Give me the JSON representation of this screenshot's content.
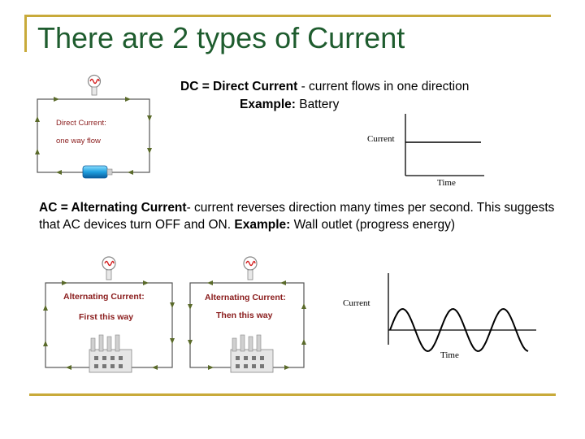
{
  "slide": {
    "title": "There are 2 types of Current",
    "title_color": "#1e5c2e",
    "accent_color": "#c8aa3a"
  },
  "dc": {
    "heading": "DC = Direct Current",
    "description": " - current flows in one direction",
    "example_label": "Example:",
    "example_value": " Battery"
  },
  "dc_circuit": {
    "label_line1": "Direct Current:",
    "label_line2": "one way flow",
    "label_color": "#8a1c1c"
  },
  "dc_graph": {
    "y_label": "Current",
    "x_label": "Time"
  },
  "ac": {
    "heading": "AC = Alternating Current",
    "description": "- current reverses direction many times per second. This suggests that AC devices turn OFF and ON.",
    "example_label": "Example:",
    "example_value": " Wall outlet (progress energy)"
  },
  "ac_circuit_1": {
    "label_line1": "Alternating Current:",
    "label_line2": "First this way",
    "label_color": "#8a1c1c"
  },
  "ac_circuit_2": {
    "label_line1": "Alternating Current:",
    "label_line2": "Then this way",
    "label_color": "#8a1c1c"
  },
  "ac_graph": {
    "y_label": "Current",
    "x_label": "Time"
  }
}
